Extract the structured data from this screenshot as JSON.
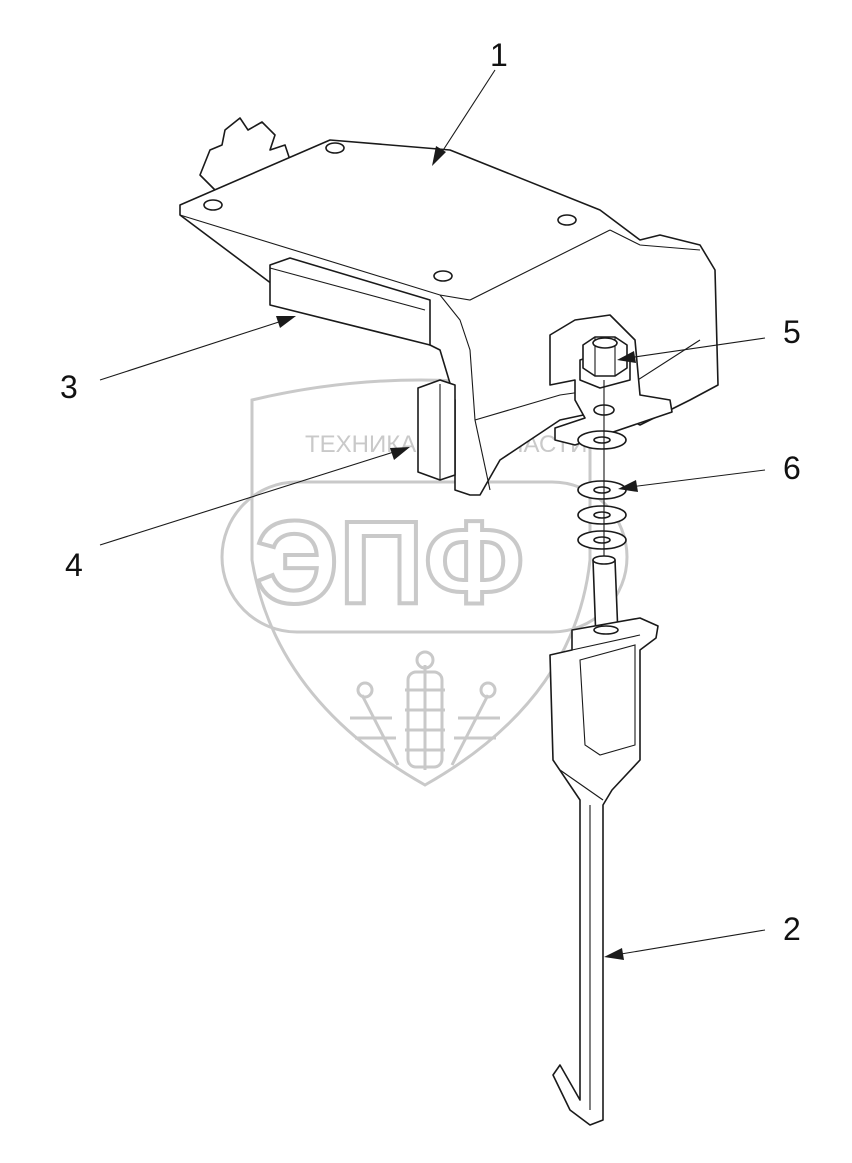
{
  "callouts": [
    {
      "id": "1",
      "label": "1"
    },
    {
      "id": "2",
      "label": "2"
    },
    {
      "id": "3",
      "label": "3"
    },
    {
      "id": "4",
      "label": "4"
    },
    {
      "id": "5",
      "label": "5"
    },
    {
      "id": "6",
      "label": "6"
    }
  ],
  "watermark": {
    "left_text": "ТЕХНИКА",
    "right_text": "ЗАПЧАСТИ",
    "logo_text": "ЭПФ"
  },
  "colors": {
    "line": "#1a1a1a",
    "watermark": "#c9c9c9",
    "background": "#ffffff"
  }
}
